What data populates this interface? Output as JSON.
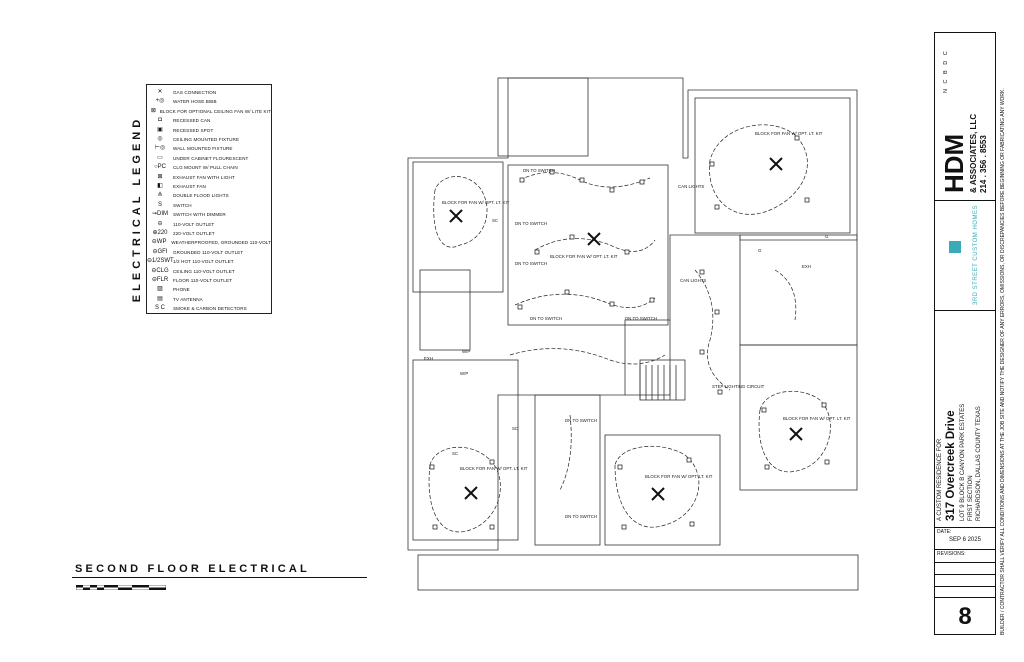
{
  "legend": {
    "title": "ELECTRICAL LEGEND",
    "items": [
      {
        "symbol": "✕",
        "label": "GAS CONNECTION"
      },
      {
        "symbol": "+◎",
        "label": "WATER HOSE BIBB"
      },
      {
        "symbol": "⊠",
        "label": "BLOCK FOR OPTIONAL CEILING FAN W/ LITE KIT"
      },
      {
        "symbol": "◘",
        "label": "RECESSED CAN"
      },
      {
        "symbol": "▣",
        "label": "RECESSED SPOT"
      },
      {
        "symbol": "◎",
        "label": "CEILING MOUNTED FIXTURE"
      },
      {
        "symbol": "⊢◎",
        "label": "WALL MOUNTED FIXTURE"
      },
      {
        "symbol": "▭",
        "label": "UNDER CABINET FLOURESCENT"
      },
      {
        "symbol": "○PC",
        "label": "CLG MOUNT W/ PULL CHAIN"
      },
      {
        "symbol": "⊠",
        "label": "EXHAUST FAN WITH LIGHT"
      },
      {
        "symbol": "◧",
        "label": "EXHAUST FAN"
      },
      {
        "symbol": "⋔",
        "label": "DOUBLE FLOOD LIGHTS"
      },
      {
        "symbol": "S",
        "label": "SWITCH"
      },
      {
        "symbol": "⇝DIM",
        "label": "SWITCH WITH DIMMER"
      },
      {
        "symbol": "⊖",
        "label": "110-VOLT OUTLET"
      },
      {
        "symbol": "⊕220",
        "label": "220-VOLT OUTLET"
      },
      {
        "symbol": "⊖WP",
        "label": "WEATHERPROOFED, GROUNDED 110-VOLT"
      },
      {
        "symbol": "⊖GFI",
        "label": "GROUNDED 110-VOLT OUTLET"
      },
      {
        "symbol": "⊖1/2SWT",
        "label": "1/2 HOT 110-VOLT OUTLET"
      },
      {
        "symbol": "⊖CLG",
        "label": "CEILING 110-VOLT OUTLET"
      },
      {
        "symbol": "⊖FLR",
        "label": "FLOOR 110-VOLT OUTLET"
      },
      {
        "symbol": "▨",
        "label": "PHONE"
      },
      {
        "symbol": "▤",
        "label": "TV ANTENNA"
      },
      {
        "symbol": "S C",
        "label": "SMOKE & CARBON DETECTORS"
      }
    ]
  },
  "floor_title": "SECOND FLOOR ELECTRICAL",
  "plan_labels": {
    "block_fan": "BLOCK FOR FAN W/ OPT. LT. KIT",
    "dn_to_switch": "DN TO SWITCH",
    "can_lights": "CAN LIGHTS",
    "step_lighting": "STEP LIGHTING CIRCUIT",
    "exh": "EXH",
    "wp": "W/P",
    "g": "G",
    "sc": "SC"
  },
  "title_block": {
    "firm_initials": "HDM",
    "firm_name": "& ASSOCIATES, LLC",
    "firm_phone": "214 . 356 . 8553",
    "ncbdc": "N C B D C",
    "builder_logo": "3RD STREET CUSTOM HOMES",
    "residence_for": "A CUSTOM RESIDENCE FOR",
    "address": "317 Overcreek Drive",
    "lot": "LOT 9 BLOCK B CANYON PARK ESTATES",
    "section": "FIRST SECTION",
    "city": "RICHARDSON, DALLAS COUNTY TEXAS",
    "date_label": "DATE:",
    "date": "SEP 6 2025",
    "revisions_label": "REVISIONS:",
    "sheet_number": "8",
    "disclaimer": "BUILDER / CONTRACTOR SHALL VERIFY ALL CONDITIONS AND DIMENSIONS AT THE JOB SITE AND NOTIFY THE DESIGNER OF ANY ERRORS, OMISSIONS, OR DISCREPANCIES BEFORE BEGINNING OR FABRICATING ANY WORK."
  }
}
